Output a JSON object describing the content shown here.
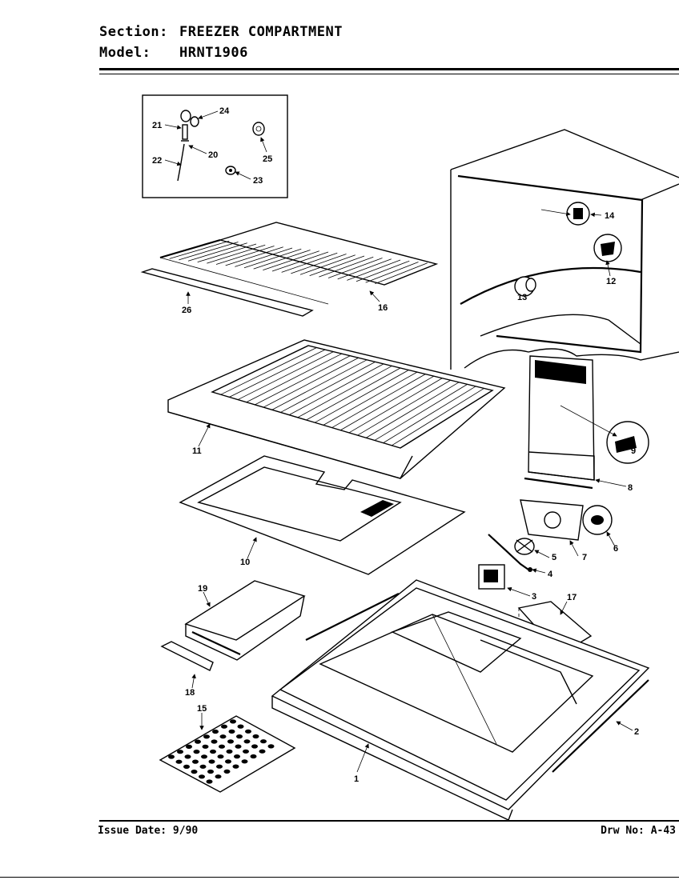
{
  "header": {
    "section_label": "Section:",
    "section_value": "FREEZER COMPARTMENT",
    "model_label": "Model:",
    "model_value": "HRNT1906"
  },
  "footer": {
    "issue_date": "Issue Date: 9/90",
    "drawing_no": "Drw No: A-43"
  },
  "callouts": {
    "c1": "1",
    "c2": "2",
    "c3": "3",
    "c4": "4",
    "c5": "5",
    "c6": "6",
    "c7": "7",
    "c8": "8",
    "c9": "9",
    "c10": "10",
    "c11": "11",
    "c12": "12",
    "c13": "13",
    "c14": "14",
    "c15": "15",
    "c16": "16",
    "c17": "17",
    "c18": "18",
    "c19": "19",
    "c20": "20",
    "c21": "21",
    "c22": "22",
    "c23": "23",
    "c24": "24",
    "c25": "25",
    "c26": "26"
  },
  "parts": [
    {
      "id": "1",
      "icon": "liner-pan-icon"
    },
    {
      "id": "2",
      "icon": "trim-strip-icon"
    },
    {
      "id": "3",
      "icon": "fan-motor-icon"
    },
    {
      "id": "4",
      "icon": "motor-bracket-icon"
    },
    {
      "id": "5",
      "icon": "fan-blade-icon"
    },
    {
      "id": "6",
      "icon": "grommet-icon"
    },
    {
      "id": "7",
      "icon": "fan-cover-icon"
    },
    {
      "id": "8",
      "icon": "air-duct-icon"
    },
    {
      "id": "9",
      "icon": "screw-icon"
    },
    {
      "id": "10",
      "icon": "evaporator-cover-icon"
    },
    {
      "id": "11",
      "icon": "freezer-shelf-icon"
    },
    {
      "id": "12",
      "icon": "light-socket-icon"
    },
    {
      "id": "13",
      "icon": "damper-knob-icon"
    },
    {
      "id": "14",
      "icon": "thermostat-icon"
    },
    {
      "id": "15",
      "icon": "ice-tray-icon"
    },
    {
      "id": "16",
      "icon": "wire-shelf-icon"
    },
    {
      "id": "17",
      "icon": "cover-plate-icon"
    },
    {
      "id": "18",
      "icon": "bin-handle-icon"
    },
    {
      "id": "19",
      "icon": "ice-bin-icon"
    },
    {
      "id": "20",
      "icon": "valve-icon"
    },
    {
      "id": "21",
      "icon": "clip-icon"
    },
    {
      "id": "22",
      "icon": "tube-icon"
    },
    {
      "id": "23",
      "icon": "nut-icon"
    },
    {
      "id": "24",
      "icon": "knob-icon"
    },
    {
      "id": "25",
      "icon": "cap-icon"
    },
    {
      "id": "26",
      "icon": "shelf-rail-icon"
    }
  ]
}
